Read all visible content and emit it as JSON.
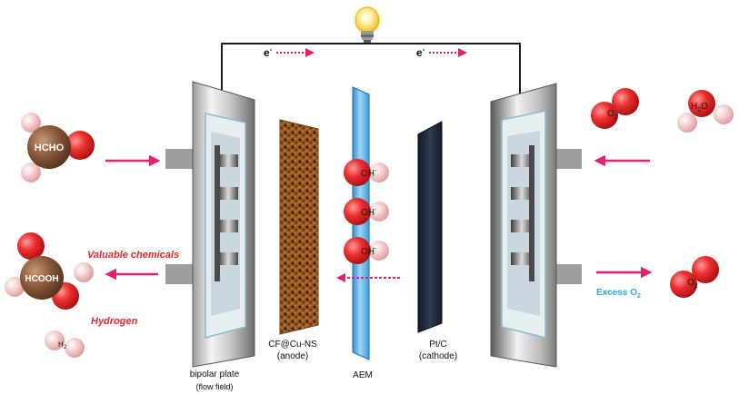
{
  "circuit": {
    "electron_left": "e",
    "electron_right": "e",
    "electron_sup": "-"
  },
  "left_inputs": {
    "hcho": "HCHO"
  },
  "left_outputs": {
    "valuable_chemicals": "Valuable chemicals",
    "hcooh": "HCOOH",
    "hydrogen": "Hydrogen",
    "h2": "H",
    "h2_sub": "2"
  },
  "membrane": {
    "ion": "OH",
    "ion_sup": "-"
  },
  "right_inputs": {
    "o2": "O",
    "o2_sub": "2",
    "h2o_h": "H",
    "h2o_sub": "2",
    "h2o_o": "O"
  },
  "right_outputs": {
    "excess": "Excess O",
    "excess_sub": "2",
    "o2": "O",
    "o2_sub": "2"
  },
  "components": {
    "bipolar_plate": "bipolar plate",
    "flow_field": "(flow field)",
    "anode_name": "CF@Cu-NS",
    "anode_role": "(anode)",
    "aem": "AEM",
    "cathode_name": "Pt/C",
    "cathode_role": "(cathode)"
  },
  "colors": {
    "oxygen": "#e8262b",
    "hydrogen": "#f2c4c4",
    "carbon": "#8b5a3c",
    "arrow": "#e8206f",
    "membrane": "#5ab4e6",
    "cathode": "#1e2a3a",
    "excess_text": "#29a9e0",
    "label_red": "#e8262b"
  },
  "icons": [
    "lightbulb-icon"
  ]
}
